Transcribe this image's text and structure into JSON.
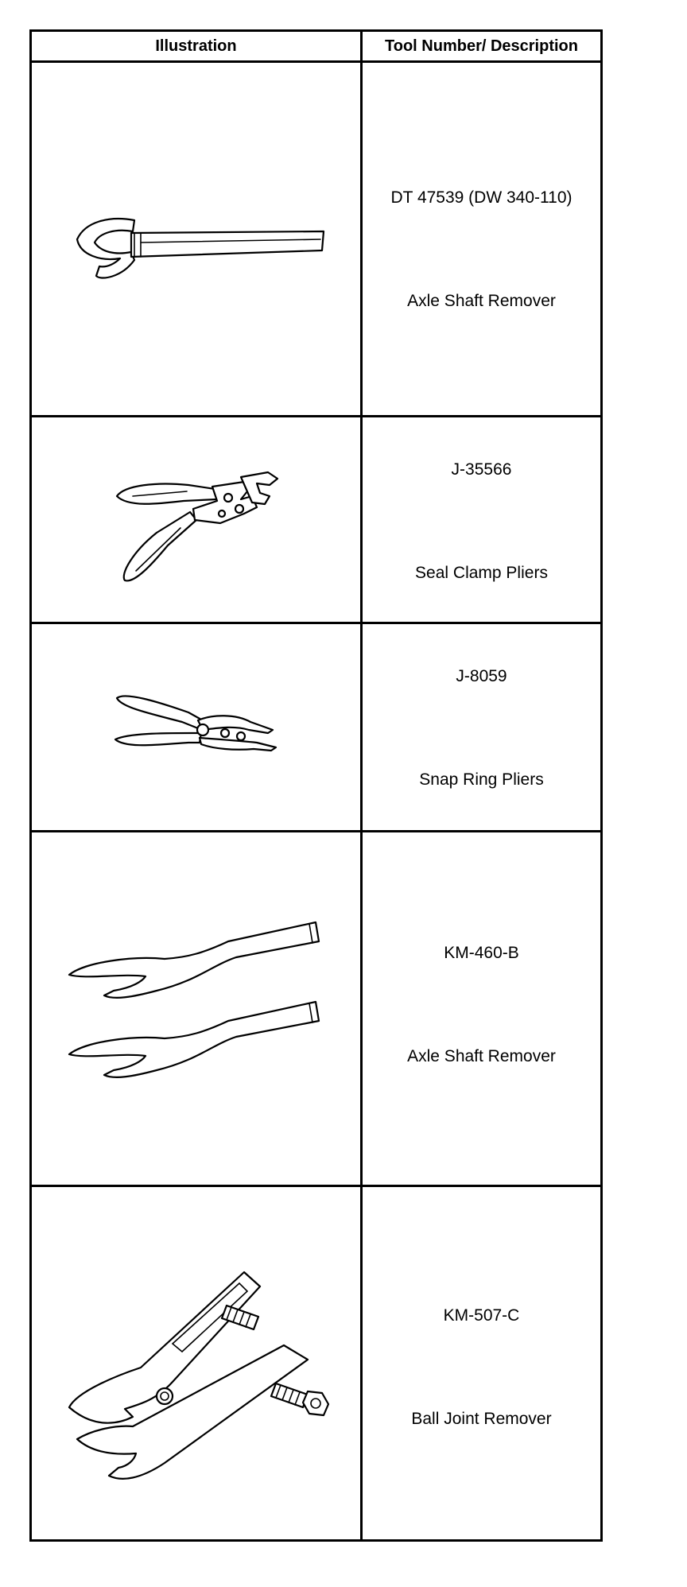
{
  "table": {
    "headers": {
      "illustration": "Illustration",
      "description": "Tool Number/ Description"
    },
    "rows": [
      {
        "number": "DT 47539 (DW 340-110)",
        "name": "Axle Shaft Remover",
        "icon": "spanner-hook-icon"
      },
      {
        "number": "J-35566",
        "name": "Seal Clamp Pliers",
        "icon": "seal-clamp-pliers-icon"
      },
      {
        "number": "J-8059",
        "name": "Snap Ring Pliers",
        "icon": "snap-ring-pliers-icon"
      },
      {
        "number": "KM-460-B",
        "name": "Axle Shaft Remover",
        "icon": "fork-remover-icon"
      },
      {
        "number": "KM-507-C",
        "name": "Ball Joint Remover",
        "icon": "ball-joint-remover-icon"
      }
    ]
  }
}
